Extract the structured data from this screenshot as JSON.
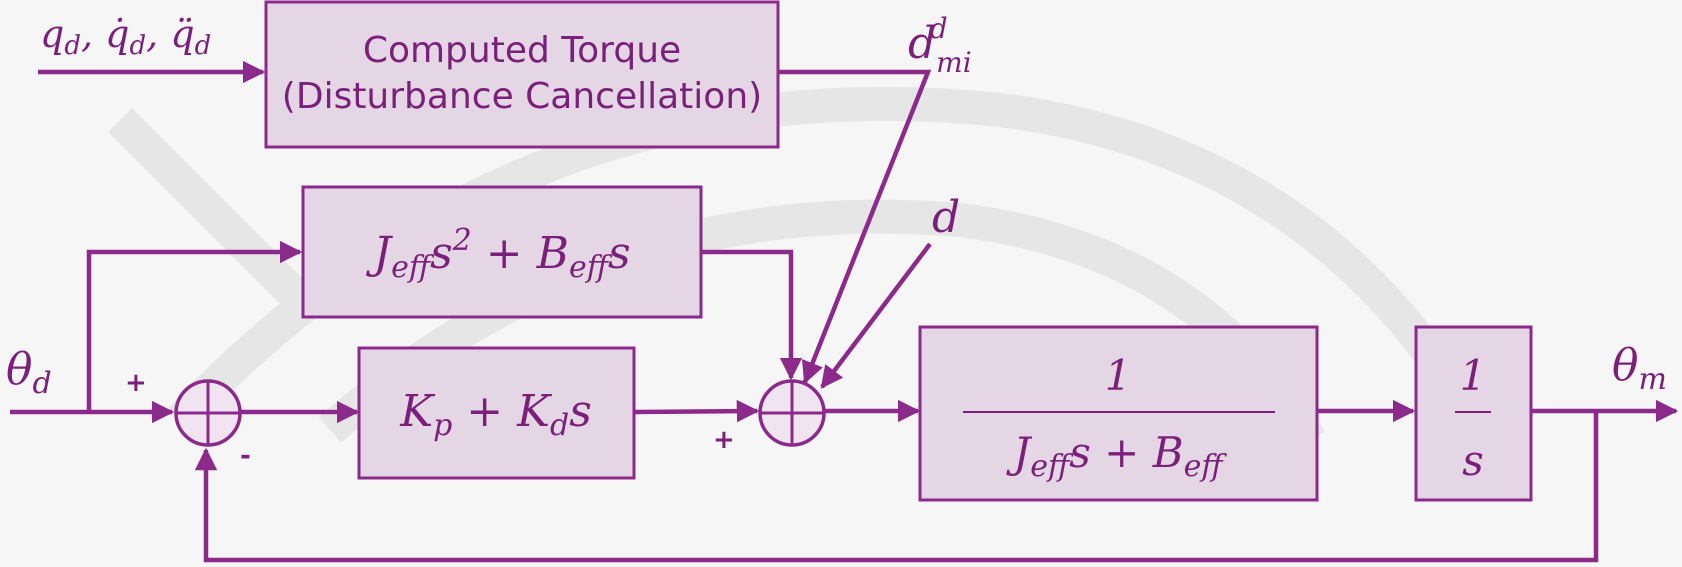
{
  "inputs": {
    "trajectory": "q_d, q̇_d, q̈_d",
    "theta_d": "θ_d",
    "theta_m": "θ_m",
    "dmi": "d_mi^d",
    "d": "d"
  },
  "blocks": {
    "computed_torque": {
      "line1": "Computed Torque",
      "line2": "(Disturbance Cancellation)"
    },
    "feedforward": "J_eff s² + B_eff s",
    "pd": "K_p + K_d s",
    "plant_num": "1",
    "plant_den": "J_eff s + B_eff",
    "integ_num": "1",
    "integ_den": "s"
  },
  "signs": {
    "sum1_plus": "+",
    "sum1_minus": "-",
    "sum2_plus": "+"
  },
  "colors": {
    "accent": "#8b2a8b",
    "block_fill": "#e4d6e4",
    "background": "#f6f6f6"
  }
}
